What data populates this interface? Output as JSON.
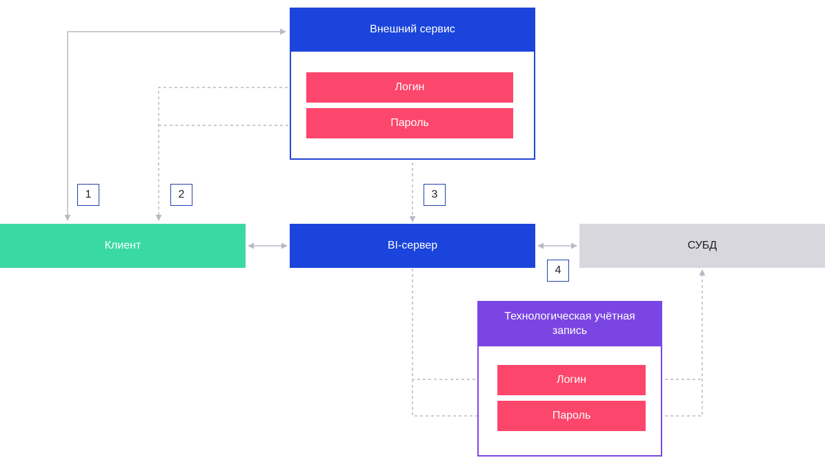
{
  "external_service": {
    "title": "Внешний сервис",
    "fields": {
      "login": "Логин",
      "password": "Пароль"
    }
  },
  "client": {
    "label": "Клиент"
  },
  "bi_server": {
    "label": "BI-сервер"
  },
  "dbms": {
    "label": "СУБД"
  },
  "tech_account": {
    "title": "Технологическая учётная запись",
    "fields": {
      "login": "Логин",
      "password": "Пароль"
    }
  },
  "steps": [
    "1",
    "2",
    "3",
    "4"
  ],
  "colors": {
    "external_header": "#1a44db",
    "bi_server": "#1a44db",
    "client": "#3ad9a3",
    "dbms": "#d8d7de",
    "tech_header": "#7b45e3",
    "credential_field": "#fd466b",
    "connector": "#b9b9c6"
  }
}
